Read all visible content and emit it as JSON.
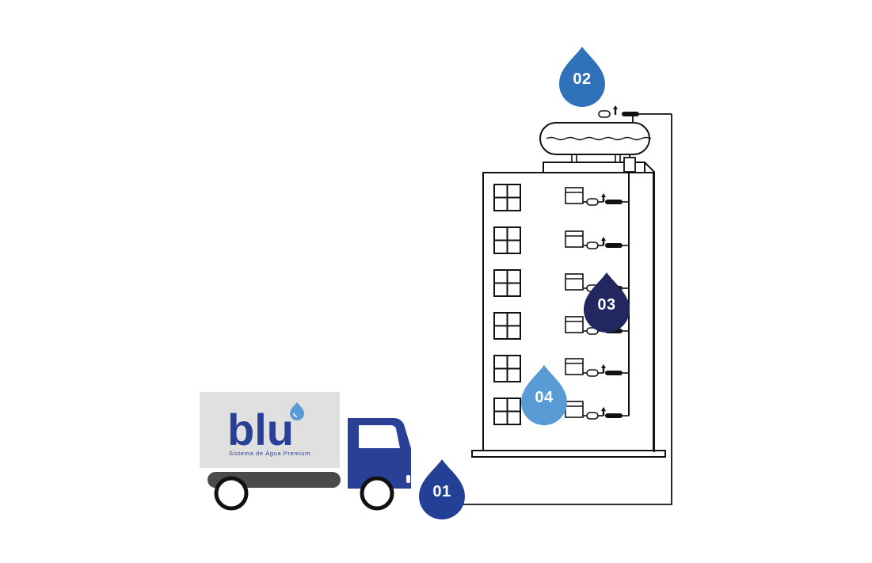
{
  "brand": {
    "logo_text": "blu",
    "tagline": "Sistema de Água Premium",
    "colors": {
      "primary": "#2a3f96",
      "drop_light": "#5b9bd5",
      "panel_bg": "#e0e0e0"
    }
  },
  "steps": [
    {
      "id": "01",
      "label": "01",
      "color": "#233f96",
      "position_note": "truck delivery"
    },
    {
      "id": "02",
      "label": "02",
      "color": "#2f72ba",
      "position_note": "rooftop tank"
    },
    {
      "id": "03",
      "label": "03",
      "color": "#23275f",
      "position_note": "riser distribution"
    },
    {
      "id": "04",
      "label": "04",
      "color": "#5b9bd5",
      "position_note": "apartment units"
    }
  ],
  "floors": 6
}
